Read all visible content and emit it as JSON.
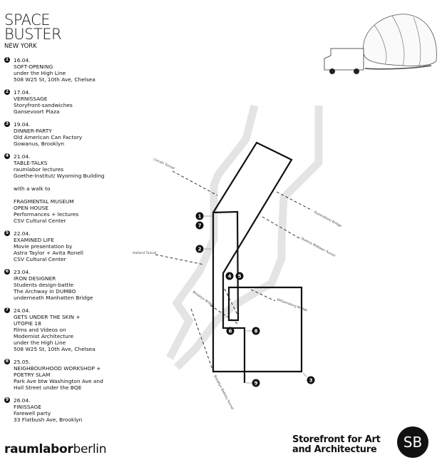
{
  "title": {
    "line1": "SPACE",
    "line2": "BUSTER",
    "subtitle": "NEW YORK"
  },
  "events": [
    {
      "num": "1",
      "text": "16.04.\nSOFT-OPENING\nunder the High Line\n508 W25 St, 10th Ave, Chelsea"
    },
    {
      "num": "2",
      "text": "17.04.\nVERNISSAGE\nStoryfront-sandwiches\nGansevoort Plaza"
    },
    {
      "num": "3",
      "text": "19.04.\nDINNER-PARTY\nOld American Can Factory\nGowanus, Brooklyn"
    },
    {
      "num": "4",
      "text": "21.04.\nTABLE-TALKS\nraumlabor lectures\nGoethe-Institut/ Wyoming Building\n\nwith a walk to\n\nFRAGMENTAL MUSEUM\nOPEN HOUSE\nPerformances + lectures\nCSV Cultural Center"
    },
    {
      "num": "5",
      "text": "22.04.\nEXAMINED LIFE\nMovie presentation by\nAstra Taylor + Avita Ronell\nCSV Cultural Center"
    },
    {
      "num": "6",
      "text": "23.04.\nIRON DESIGNER\nStudents design-battle\nThe Archway in DUMBO\nunderneath Manhatten Bridge"
    },
    {
      "num": "7",
      "text": "24.04.\nGETS UNDER THE SKIN +\nUTOPIE 18\nFilms and Videos on\nModernist Architecture\nunder the High Line\n508 W25 St, 10th Ave, Chelsea"
    },
    {
      "num": "8",
      "text": "25.05.\nNEIGHBOURHOOD WORKSHOP +\nPOETRY SLAM\nPark Ave btw Washington Ave and\nHall Street under the BQE"
    },
    {
      "num": "9",
      "text": "26.04.\nFINISSAGE\nFarewell party\n33 Flatbush Ave, Brooklyn"
    }
  ],
  "map": {
    "labels": {
      "lincoln": "Lincoln Tunnel",
      "holland": "Holland Tunnel",
      "queensboro": "Queensboro Bridge",
      "midtown": "Queens Midtown Tunnel",
      "brooklyn": "Brooklyn Bridge",
      "williamsburg": "Williamsburg Bridge",
      "battery": "Brooklyn Battery Tunnel"
    },
    "markers": [
      "1",
      "7",
      "2",
      "4",
      "5",
      "6",
      "8",
      "9",
      "3"
    ]
  },
  "footer": {
    "raumlabor_a": "raumlabor",
    "raumlabor_b": "berlin",
    "storefront": "Storefront for Art\nand Architecture",
    "sb": "SB"
  }
}
